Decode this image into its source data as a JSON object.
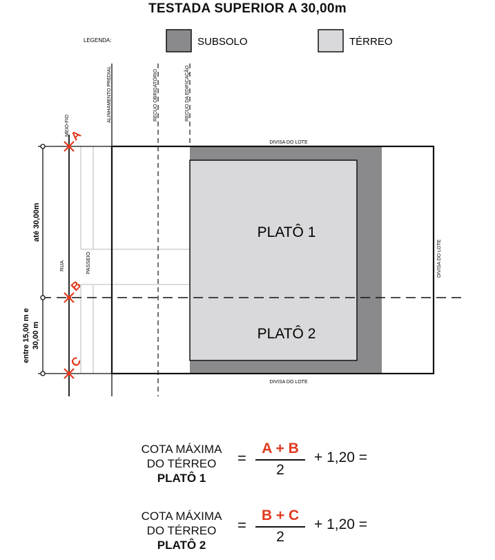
{
  "title": "TESTADA SUPERIOR A 30,00m",
  "legend": {
    "label": "LEGENDA:",
    "items": [
      {
        "name": "SUBSOLO",
        "color": "#8a8a8c"
      },
      {
        "name": "TÉRREO",
        "color": "#d9d9db"
      }
    ]
  },
  "vertical_labels": {
    "meio_fio": "MEIO-FIO",
    "alinhamento": "ALINHAMENTO PREDIAL",
    "recuo_obrigatorio": "RECUO OBRIGATÓRIO",
    "recuo_edificacao": "RECUO DA EDIFICAÇÃO",
    "rua": "RUA",
    "passeio": "PASSEIO",
    "divisa_lateral": "DIVISA DO LOTE"
  },
  "divisa_top": "DIVISA DO LOTE",
  "divisa_bottom": "DIVISA DO LOTE",
  "dimensions": {
    "upper": "até 30,00m",
    "lower_line1": "entre 15,00 m e",
    "lower_line2": "30,00 m"
  },
  "points": {
    "a": "A",
    "b": "B",
    "c": "C"
  },
  "plato1": "PLATÔ 1",
  "plato2": "PLATÔ 2",
  "formulas": [
    {
      "line1": "COTA MÁXIMA",
      "line2": "DO TÉRREO",
      "line3": "PLATÔ 1",
      "equals": "=",
      "numerator": "A + B",
      "denominator": "2",
      "tail": "+ 1,20 ="
    },
    {
      "line1": "COTA MÁXIMA",
      "line2": "DO TÉRREO",
      "line3": "PLATÔ 2",
      "equals": "=",
      "numerator": "B + C",
      "denominator": "2",
      "tail": "+ 1,20 ="
    }
  ],
  "colors": {
    "accent": "#e03a1e",
    "subsolo": "#8a8a8c",
    "terreo": "#d9d9db"
  }
}
